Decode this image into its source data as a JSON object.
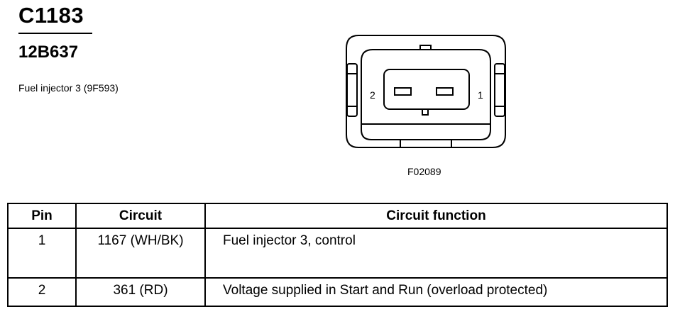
{
  "header": {
    "connector_id": "C1183",
    "part_number": "12B637",
    "description": "Fuel injector 3 (9F593)"
  },
  "diagram": {
    "pin_left_label": "2",
    "pin_right_label": "1",
    "figure_ref": "F02089"
  },
  "table": {
    "headers": [
      "Pin",
      "Circuit",
      "Circuit function"
    ],
    "rows": [
      {
        "pin": "1",
        "circuit": "1167 (WH/BK)",
        "function": "Fuel injector 3, control"
      },
      {
        "pin": "2",
        "circuit": "361 (RD)",
        "function": "Voltage supplied in Start and Run (overload protected)"
      }
    ]
  }
}
